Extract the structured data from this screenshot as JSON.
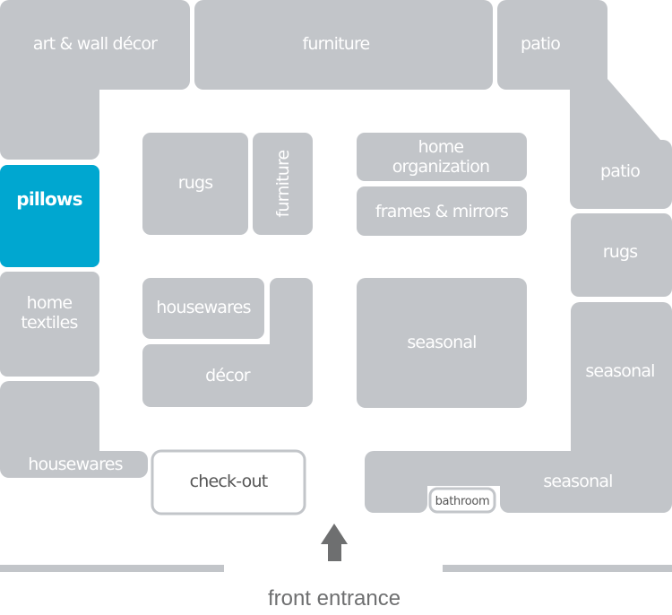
{
  "map_title": "store floor plan",
  "highlight_color": "#00a7d0",
  "department_color": "#c2c5c9",
  "departments": {
    "art_wall_decor": "art & wall décor",
    "furniture_top": "furniture",
    "patio_top": "patio",
    "patio_right": "patio",
    "pillows": "pillows",
    "rugs_center": "rugs",
    "furniture_center": "furniture",
    "home_organization_1": "home",
    "home_organization_2": "organization",
    "frames_mirrors": "frames & mirrors",
    "rugs_right": "rugs",
    "home_textiles_1": "home",
    "home_textiles_2": "textiles",
    "housewares_center": "housewares",
    "decor": "décor",
    "seasonal_center": "seasonal",
    "seasonal_right": "seasonal",
    "housewares_left": "housewares",
    "checkout": "check-out",
    "seasonal_bottom": "seasonal",
    "bathroom": "bathroom"
  },
  "entrance_label": "front entrance",
  "entrance_icon": "arrow-up-icon"
}
